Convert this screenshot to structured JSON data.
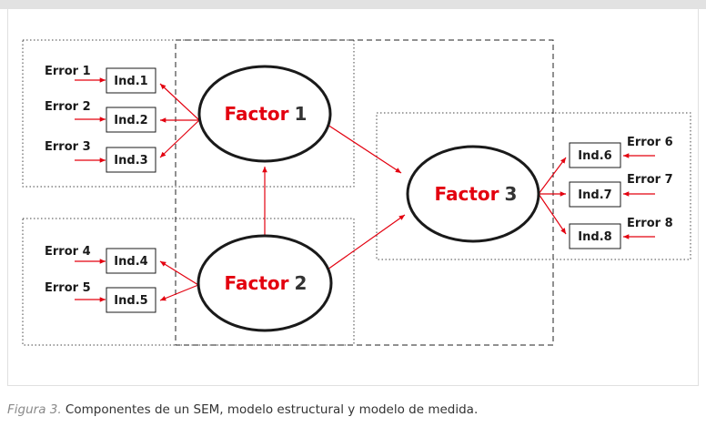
{
  "errors": [
    "Error 1",
    "Error 2",
    "Error 3",
    "Error 4",
    "Error 5",
    "Error 6",
    "Error 7",
    "Error 8"
  ],
  "indicators": [
    "Ind.1",
    "Ind.2",
    "Ind.3",
    "Ind.4",
    "Ind.5",
    "Ind.6",
    "Ind.7",
    "Ind.8"
  ],
  "factors": [
    {
      "word": "Factor",
      "num": "1"
    },
    {
      "word": "Factor",
      "num": "2"
    },
    {
      "word": "Factor",
      "num": "3"
    }
  ],
  "caption": {
    "label": "Figura 3.",
    "text": " Componentes de un SEM, modelo estructural y modelo de medida."
  },
  "colors": {
    "arrow": "#e3000f",
    "factor_word": "#e3000f",
    "factor_number": "#333333",
    "box_border": "#1a1a1a"
  }
}
